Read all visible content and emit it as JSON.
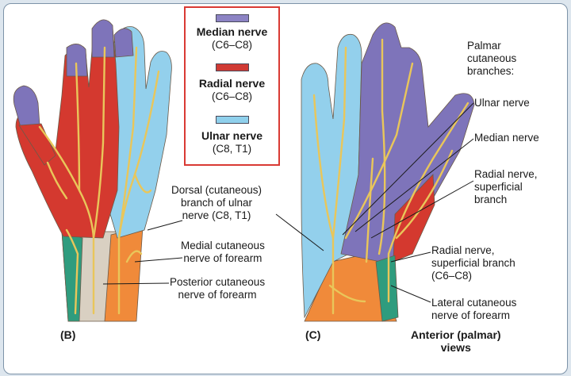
{
  "legend": {
    "items": [
      {
        "name": "Median nerve",
        "range": "(C6–C8)",
        "color": "#8c83c4"
      },
      {
        "name": "Radial nerve",
        "range": "(C6–C8)",
        "color": "#d03a34"
      },
      {
        "name": "Ulnar nerve",
        "range": "(C8, T1)",
        "color": "#8fd0ec"
      }
    ]
  },
  "colors": {
    "median": "#7e74ba",
    "radial": "#d4392f",
    "ulnar": "#93d0ec",
    "posterior": "#d9d0c2",
    "medial_cutaneous": "#2f9c7e",
    "lateral_cutaneous": "#f08a3a",
    "nerve": "#e9c65a",
    "border": "#d93a34"
  },
  "labels": {
    "dorsal_branch": "Dorsal (cutaneous)\nbranch of ulnar\nnerve (C8, T1)",
    "medial_cutaneous": "Medial cutaneous\nnerve of forearm",
    "posterior_cutaneous": "Posterior cutaneous\nnerve of forearm",
    "palmar_heading": "Palmar\ncutaneous\nbranches:",
    "ulnar_nerve": "Ulnar nerve",
    "median_nerve": "Median nerve",
    "radial_superficial_top": "Radial nerve,\nsuperficial\nbranch",
    "radial_superficial_bottom": "Radial nerve,\nsuperficial branch\n(C6–C8)",
    "lateral_cutaneous": "Lateral cutaneous\nnerve of forearm",
    "panel_b": "(B)",
    "panel_c": "(C)",
    "views": "Anterior (palmar)\nviews"
  }
}
